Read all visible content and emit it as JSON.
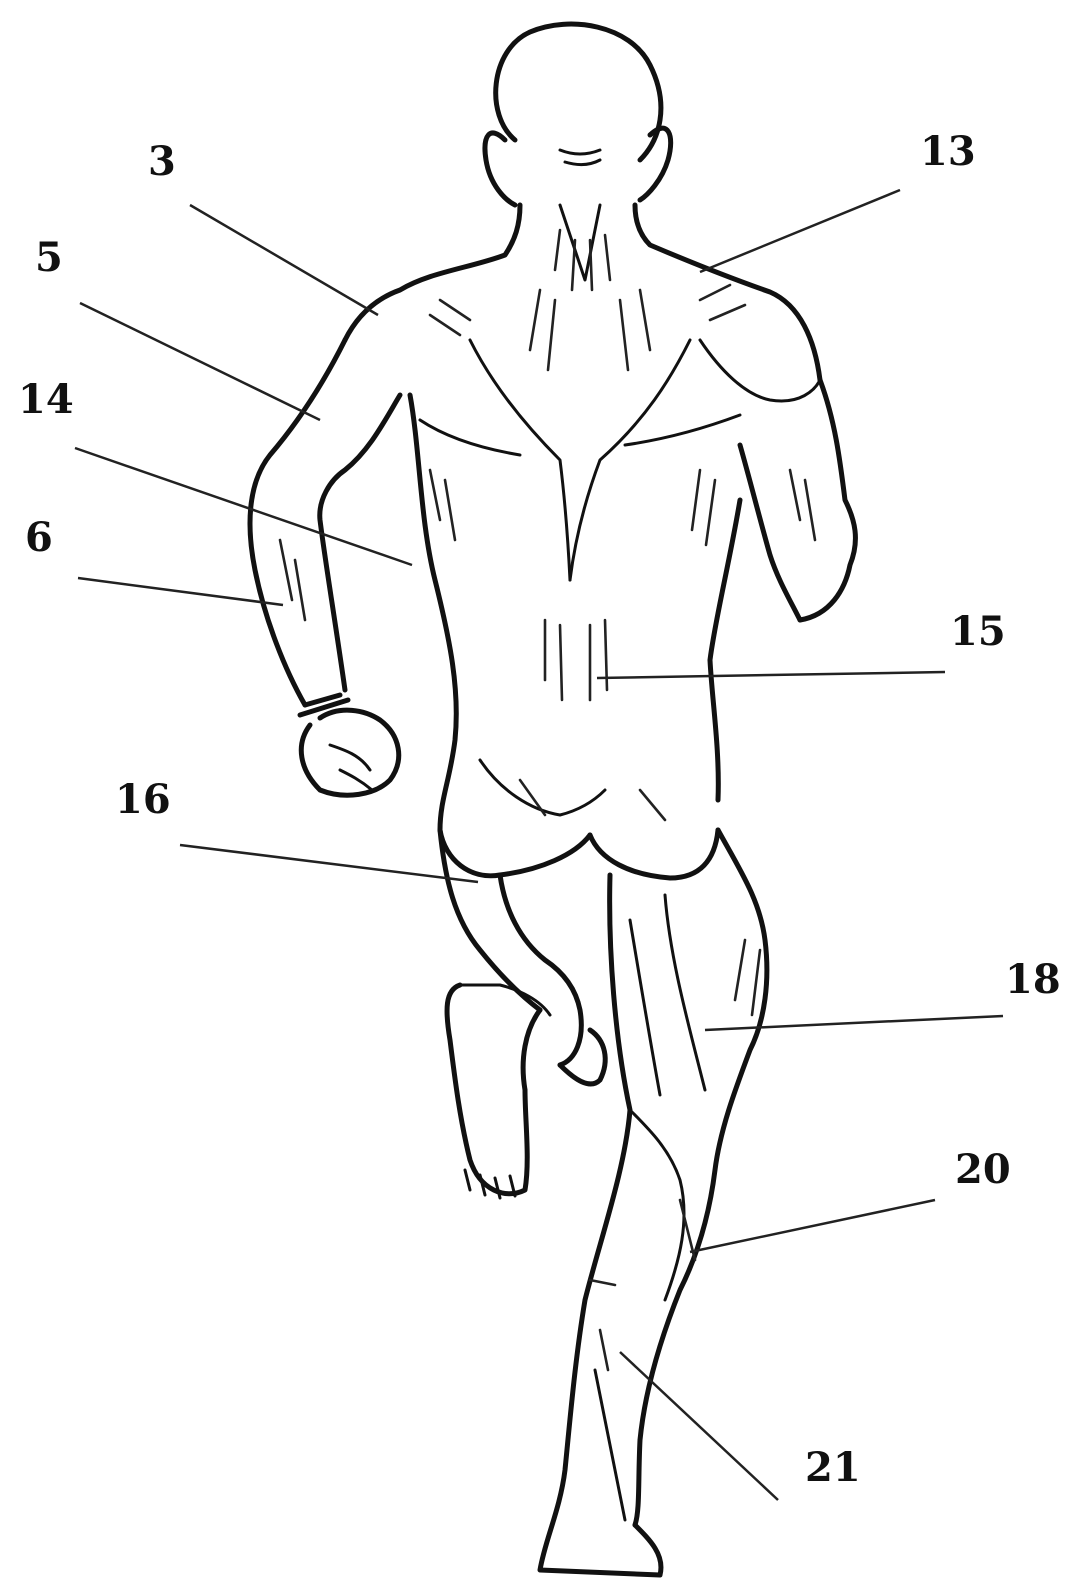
{
  "labels": [
    {
      "id": "deltoid",
      "text": "3"
    },
    {
      "id": "triceps",
      "text": "5"
    },
    {
      "id": "latissimus",
      "text": "14"
    },
    {
      "id": "forearm",
      "text": "6"
    },
    {
      "id": "trapezius",
      "text": "13"
    },
    {
      "id": "lumbar",
      "text": "15"
    },
    {
      "id": "gluteus",
      "text": "16"
    },
    {
      "id": "hamstring",
      "text": "18"
    },
    {
      "id": "gastrocnemius",
      "text": "20"
    },
    {
      "id": "achilles",
      "text": "21"
    }
  ],
  "colors": {
    "ink": "#111111",
    "paper": "#ffffff"
  }
}
